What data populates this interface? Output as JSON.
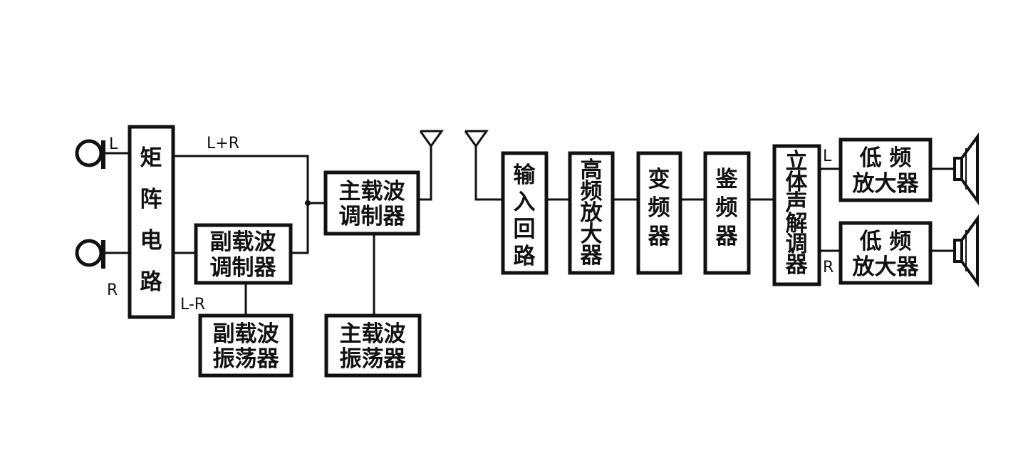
{
  "transmitter": {
    "matrix": [
      "矩",
      "阵",
      "电",
      "路"
    ],
    "subcarrier_modulator": [
      "副载波",
      "调制器"
    ],
    "subcarrier_oscillator": [
      "副载波",
      "振荡器"
    ],
    "main_carrier_modulator": [
      "主载波",
      "调制器"
    ],
    "main_carrier_oscillator": [
      "主载波",
      "振荡器"
    ],
    "label_L": "L",
    "label_R": "R",
    "label_sum": "L+R",
    "label_diff": "L-R"
  },
  "receiver": {
    "input_circuit": [
      "输",
      "入",
      "回",
      "路"
    ],
    "rf_amplifier": [
      "高",
      "频",
      "放",
      "大",
      "器"
    ],
    "mixer": [
      "变",
      "频",
      "器"
    ],
    "detector": [
      "鉴",
      "频",
      "器"
    ],
    "stereo_decoder": [
      "立",
      "体",
      "声",
      "解",
      "调",
      "器"
    ],
    "af_amp_left": [
      "低 频",
      "放大器"
    ],
    "af_amp_right": [
      "低 频",
      "放大器"
    ],
    "label_L": "L",
    "label_R": "R"
  }
}
